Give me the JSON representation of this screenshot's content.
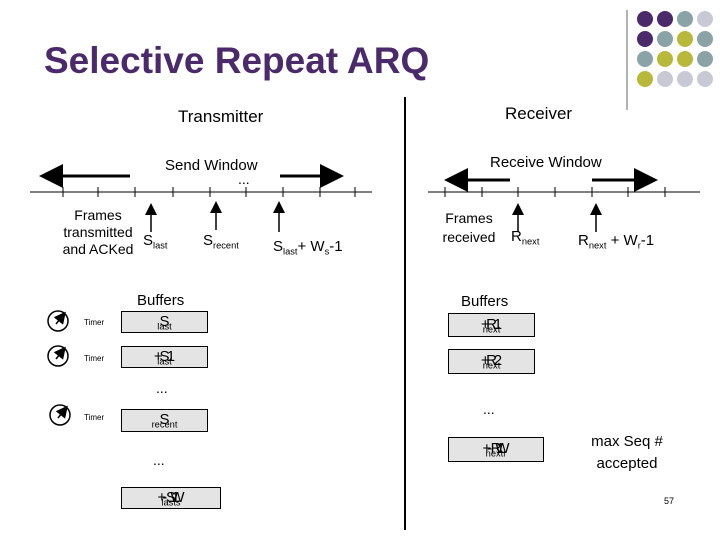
{
  "slide": {
    "title": "Selective Repeat ARQ",
    "page_number": "57",
    "transmitter": {
      "heading": "Transmitter",
      "window_label": "Send Window",
      "ellipsis": "...",
      "frames_label": [
        "Frames",
        "transmitted",
        "and ACKed"
      ],
      "s_last": {
        "base": "S",
        "sub": "last"
      },
      "s_recent": {
        "base": "S",
        "sub": "recent"
      },
      "s_end": {
        "base": "S",
        "sub": "last",
        "rest": "+ W",
        "sub2": "s",
        "tail": "-1"
      },
      "buffers_label": "Buffers",
      "buffers": [
        {
          "base": "S",
          "sub": "last",
          "rest": "",
          "timer": "Timer"
        },
        {
          "base": "S",
          "sub": "last",
          "rest": "+ 1",
          "timer": "Timer"
        },
        {
          "base": "S",
          "sub": "recent",
          "rest": "",
          "timer": "Timer"
        },
        {
          "base": "S",
          "sub": "last",
          "rest": "+ W",
          "sub2": "s",
          "tail": " - 1"
        }
      ],
      "buffer_ellipsis": [
        "...",
        "..."
      ]
    },
    "receiver": {
      "heading": "Receiver",
      "window_label": "Receive Window",
      "frames_label": [
        "Frames",
        "received"
      ],
      "r_next": {
        "base": "R",
        "sub": "next"
      },
      "r_end": {
        "base": "R",
        "sub": "next",
        "rest": " + W",
        "sub2": "r",
        "tail": "-1"
      },
      "buffers_label": "Buffers",
      "buffers": [
        {
          "base": "R",
          "sub": "next",
          "rest": "+ 1"
        },
        {
          "base": "R",
          "sub": "next",
          "rest": "+ 2"
        },
        {
          "base": "R",
          "sub": "next",
          "rest": "+ W",
          "sub2": "r",
          "tail": "- 1"
        }
      ],
      "buffer_ellipsis": "...",
      "max_seq_label": [
        "max Seq #",
        "accepted"
      ]
    }
  },
  "colors": {
    "title": "#4b2a6b",
    "dot_purple": "#4b2a6b",
    "dot_teal": "#8aa3a6",
    "dot_olive": "#b8b83a",
    "dot_grey": "#c9c9d6",
    "buffer_fill": "#e4e4e4"
  },
  "dots": [
    [
      "purple",
      "purple",
      "teal",
      "grey"
    ],
    [
      "purple",
      "teal",
      "olive",
      "teal"
    ],
    [
      "teal",
      "olive",
      "olive",
      "teal"
    ],
    [
      "olive",
      "grey",
      "grey",
      "grey"
    ]
  ]
}
